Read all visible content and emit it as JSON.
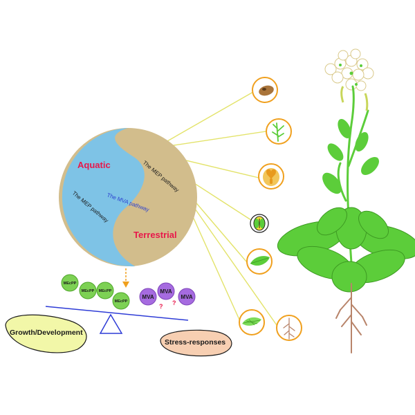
{
  "labels": {
    "aquatic": "Aquatic",
    "terrestrial": "Terrestrial",
    "mep_blue": "The MEP pathway",
    "mep_tan": "The MEP pathway",
    "mva_center": "The MVA pathway",
    "growth": "Growth/Development",
    "stress": "Stress-responses",
    "mecpp": "MEcPP",
    "mva": "MVA",
    "question": "?"
  },
  "colors": {
    "aquatic_blue": "#7ec3e6",
    "terrestrial_tan": "#d2bd8c",
    "label_red": "#e8174a",
    "mva_text_blue": "#2a3fd0",
    "mecpp_green": "#7dd154",
    "mva_purple": "#a66be0",
    "growth_fill": "#f2f7a8",
    "stress_fill": "#f7cfb2",
    "circle_ring": "#f0a01e",
    "ray_yellow": "#e8e86a",
    "plant_green": "#5ccd3a",
    "balance_blue": "#2d3bd6"
  },
  "icons": [
    "seed-icon",
    "branched-root-icon",
    "embryo-icon",
    "stomata-icon",
    "leaf-icon",
    "grass-leaf-icon",
    "root-icon"
  ]
}
